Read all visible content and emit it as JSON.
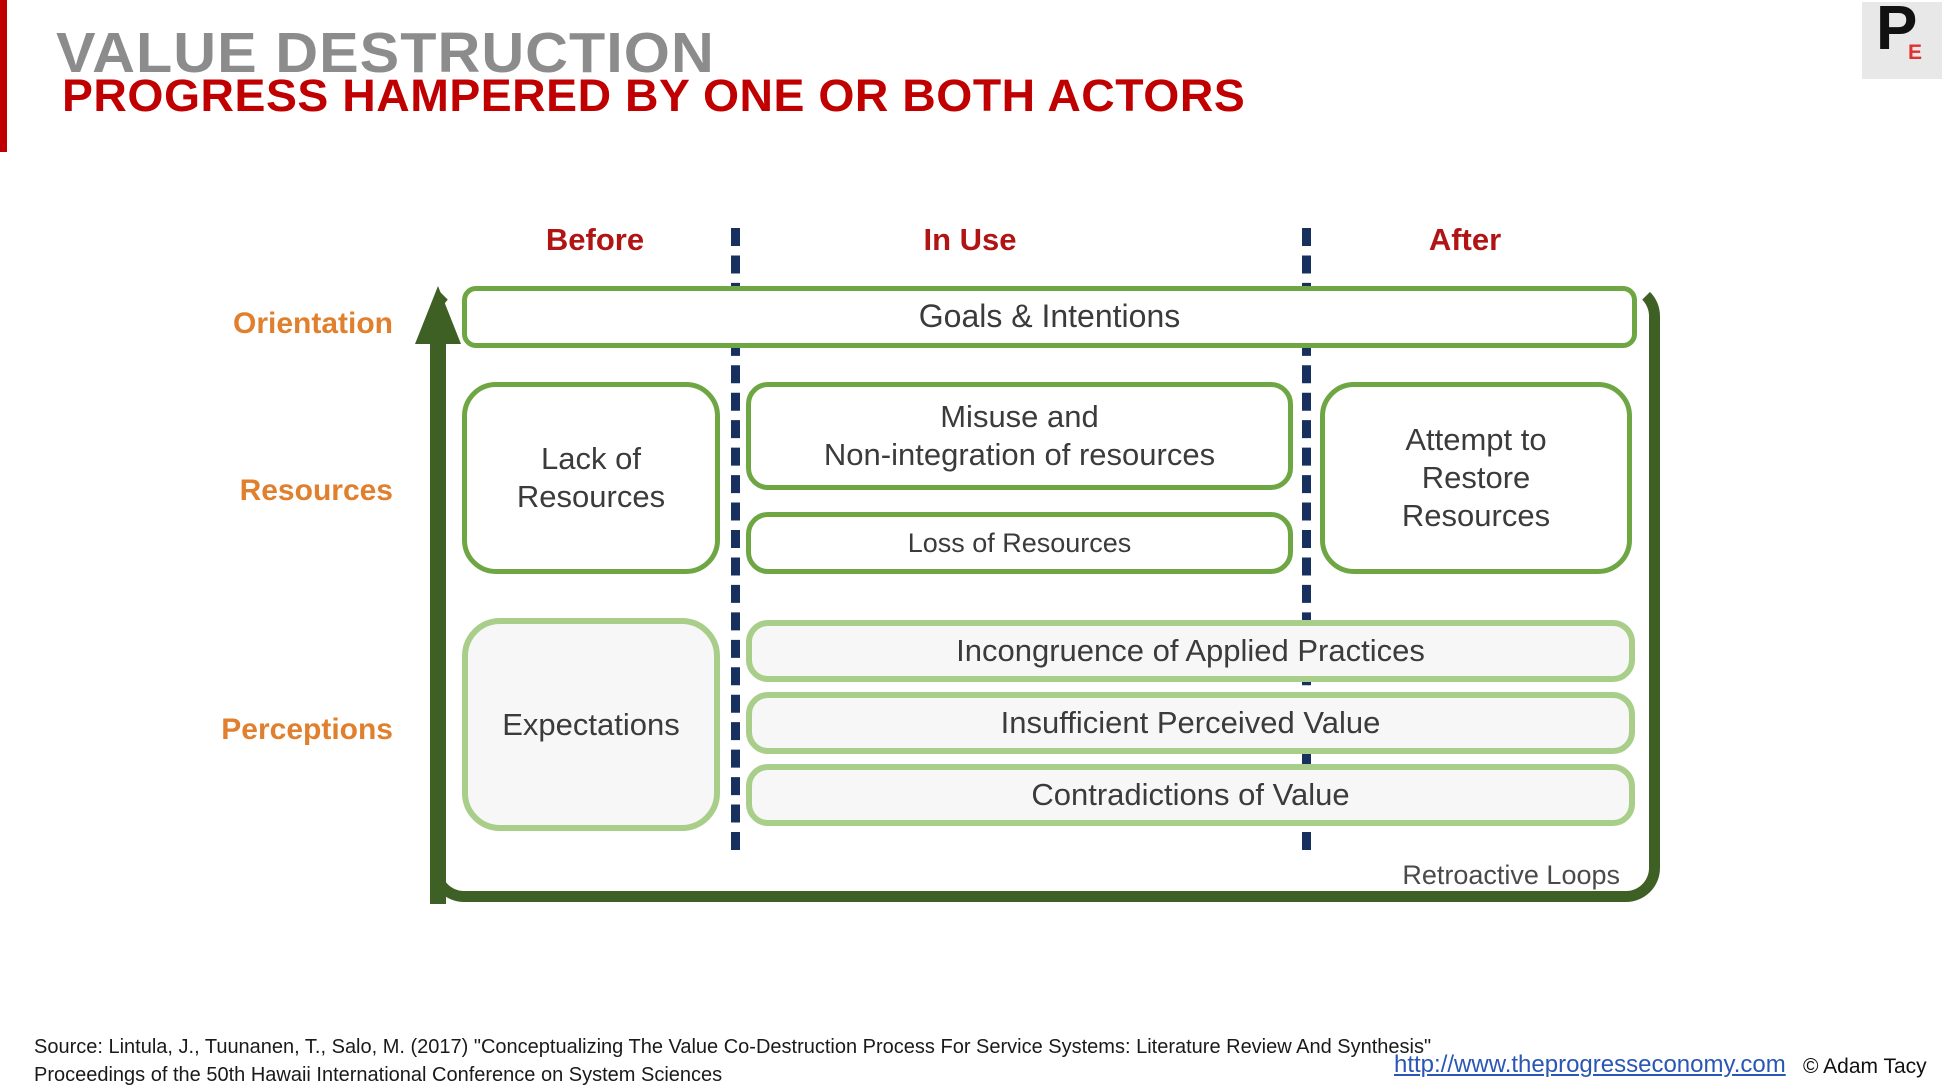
{
  "header": {
    "title": "VALUE DESTRUCTION",
    "subtitle": "PROGRESS HAMPERED BY ONE OR BOTH ACTORS",
    "accent_red": "#c00000",
    "title_gray": "#8c8c8c"
  },
  "logo": {
    "primary_letter": "P",
    "secondary_letter": "E",
    "background": "#e8e8e8",
    "secondary_color": "#e03030"
  },
  "columns": [
    {
      "label": "Before"
    },
    {
      "label": "In Use"
    },
    {
      "label": "After"
    }
  ],
  "rows": [
    {
      "label": "Orientation"
    },
    {
      "label": "Resources"
    },
    {
      "label": "Perceptions"
    }
  ],
  "boxes": {
    "goals": "Goals & Intentions",
    "lack_of_resources": "Lack of\nResources",
    "lack_line1": "Lack of",
    "lack_line2": "Resources",
    "misuse_line1": "Misuse and",
    "misuse_line2": "Non-integration of resources",
    "loss_of_resources": "Loss of Resources",
    "attempt_line1": "Attempt to",
    "attempt_line2": "Restore",
    "attempt_line3": "Resources",
    "expectations": "Expectations",
    "incongruence": "Incongruence of Applied Practices",
    "insufficient": "Insufficient Perceived Value",
    "contradictions": "Contradictions of Value"
  },
  "annotations": {
    "retroactive_loops": "Retroactive Loops"
  },
  "colors": {
    "frame_dark_green": "#3f6024",
    "box_green": "#6ea644",
    "box_light_green": "#a8ce8a",
    "divider_navy": "#17305e",
    "row_label_orange": "#e0802e",
    "column_label_red": "#b01414"
  },
  "footer": {
    "source_line1": "Source: Lintula, J., Tuunanen, T., Salo, M. (2017) \"Conceptualizing The Value Co-Destruction Process For Service Systems: Literature Review And Synthesis\"",
    "source_line2": "Proceedings of the 50th Hawaii International Conference on System Sciences",
    "url": "http://www.theprogresseconomy.com",
    "copyright": "© Adam Tacy"
  }
}
